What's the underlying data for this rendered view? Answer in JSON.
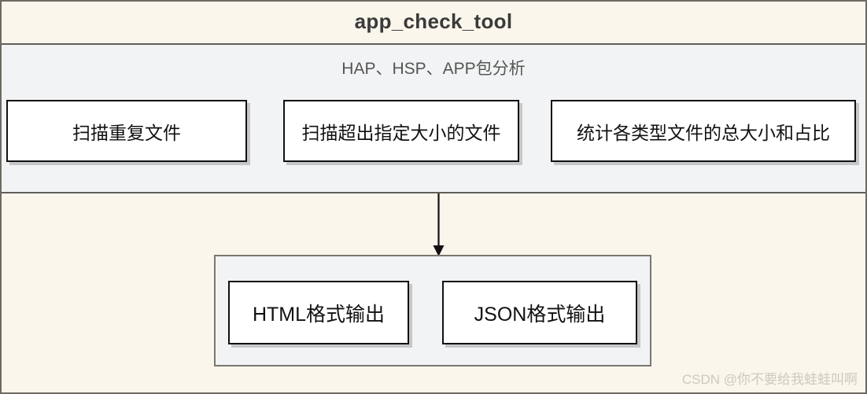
{
  "header": {
    "title": "app_check_tool"
  },
  "analysis": {
    "subtitle": "HAP、HSP、APP包分析",
    "features": [
      {
        "label": "扫描重复文件"
      },
      {
        "label": "扫描超出指定大小的文件"
      },
      {
        "label": "统计各类型文件的总大小和占比"
      }
    ]
  },
  "connector": {
    "icon": "down-arrow-icon"
  },
  "output": {
    "items": [
      {
        "label": "HTML格式输出"
      },
      {
        "label": "JSON格式输出"
      }
    ]
  },
  "watermark": {
    "text": "CSDN @你不要给我蛙蛙叫啊"
  },
  "colors": {
    "header_bg": "#faf6ec",
    "analysis_bg": "#f2f3f4",
    "output_bg": "#faf6ec",
    "border": "#5f5d57",
    "node_border": "#111111",
    "node_bg": "#ffffff",
    "title_text": "#3a3a3a",
    "subtitle_text": "#555555",
    "watermark_text": "#cdc9bc"
  }
}
